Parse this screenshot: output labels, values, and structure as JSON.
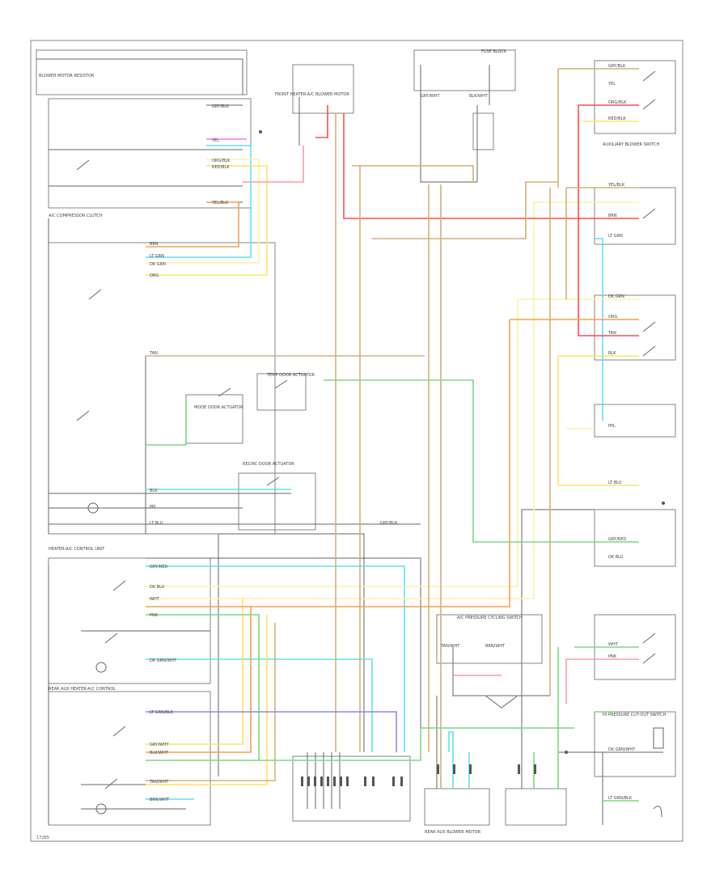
{
  "diagram": {
    "colors": {
      "gray": "#666666",
      "red": "#ff4d4d",
      "pink": "#ff9aa8",
      "orange": "#f6a04d",
      "tan": "#d4b07a",
      "yellow": "#ffe36a",
      "lightyellow": "#fff0a8",
      "cyan": "#5fe3ee",
      "green": "#7ed97e",
      "blue": "#8b8bf0",
      "magenta": "#f07cf0"
    },
    "wire_labels": [
      "GRY/BLK",
      "YEL",
      "ORG/BLK",
      "RED/BLK",
      "YEL/BLK",
      "BRN",
      "LT GRN",
      "DK GRN",
      "ORG",
      "TAN",
      "BLK",
      "PPL",
      "LT BLU",
      "GRY/RED",
      "DK BLU",
      "WHT",
      "PNK",
      "DK GRN/WHT",
      "LT GRN/BLK",
      "GRY/WHT",
      "BLK/WHT",
      "TAN/WHT",
      "BRN/WHT"
    ],
    "components": [
      "BLOWER MOTOR RESISTOR",
      "A/C COMPRESSOR CLUTCH",
      "HEATER-A/C CONTROL UNIT",
      "REAR AUX HEATER-A/C CONTROL",
      "FRONT HEATER-A/C BLOWER MOTOR",
      "AUXILIARY BLOWER SWITCH",
      "MODE DOOR ACTUATOR",
      "REAR AUX BLOWER MOTOR",
      "A/C PRESSURE CYCLING SWITCH",
      "HI PRESSURE CUT-OUT SWITCH",
      "FUSE BLOCK",
      "TEMP DOOR ACTUATOR",
      "RECIRC DOOR ACTUATOR"
    ],
    "page_code": "17265"
  }
}
